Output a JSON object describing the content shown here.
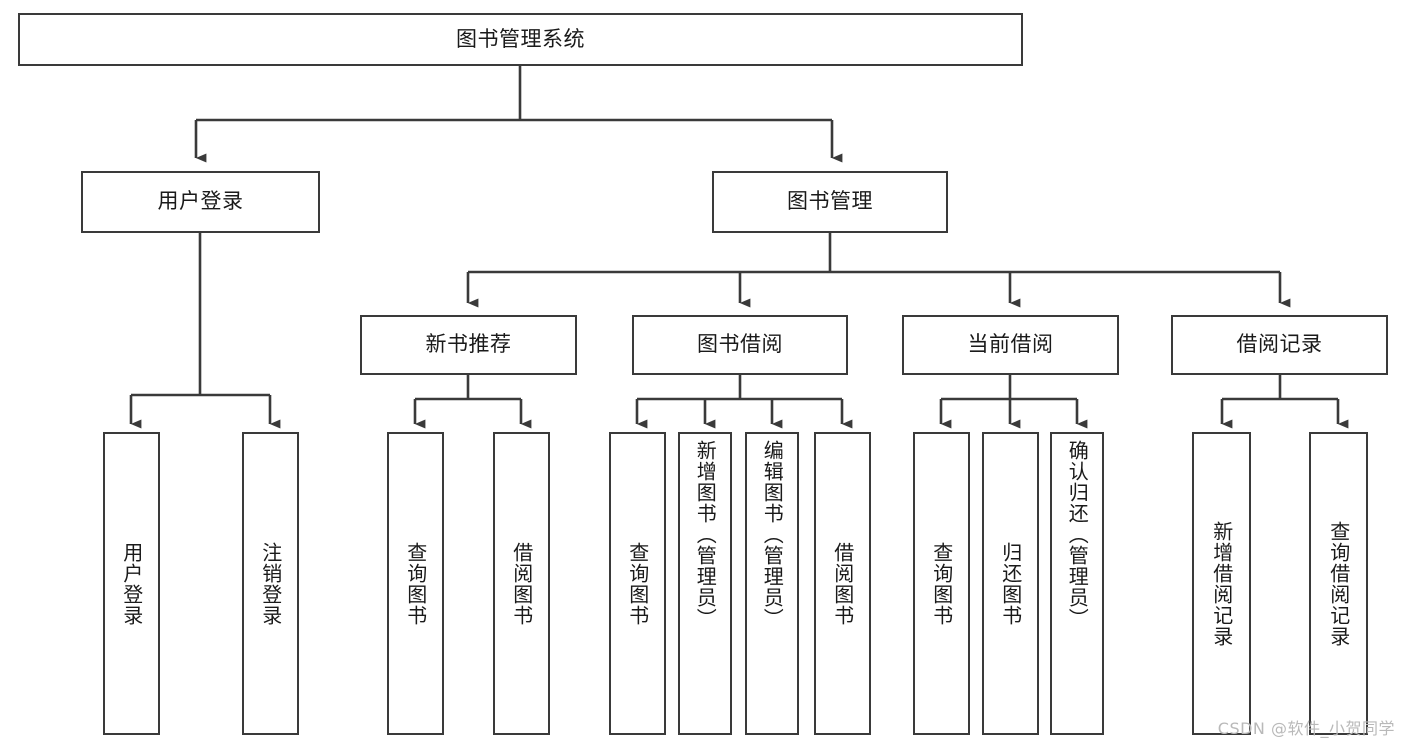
{
  "diagram": {
    "title": "图书管理系统",
    "type": "tree-hierarchy",
    "watermark": "CSDN @软件_小贺同学",
    "colors": {
      "box_border": "#3a3a3a",
      "box_fill": "#ffffff",
      "connector": "#3a3a3a",
      "text": "#1a1a1a",
      "watermark": "#b9b9b9",
      "background": "#ffffff"
    },
    "root": {
      "label": "图书管理系统"
    },
    "level2": [
      {
        "label": "用户登录"
      },
      {
        "label": "图书管理"
      }
    ],
    "level3": [
      {
        "label": "新书推荐"
      },
      {
        "label": "图书借阅"
      },
      {
        "label": "当前借阅"
      },
      {
        "label": "借阅记录"
      }
    ],
    "leaves": {
      "user_login": [
        {
          "label": "用户登录"
        },
        {
          "label": "注销登录"
        }
      ],
      "new_book_recommend": [
        {
          "label": "查询图书"
        },
        {
          "label": "借阅图书"
        }
      ],
      "book_borrow": [
        {
          "label": "查询图书"
        },
        {
          "label": "新增图书（管理员）"
        },
        {
          "label": "编辑图书（管理员）"
        },
        {
          "label": "借阅图书"
        }
      ],
      "current_borrow": [
        {
          "label": "查询图书"
        },
        {
          "label": "归还图书"
        },
        {
          "label": "确认归还（管理员）"
        }
      ],
      "borrow_record": [
        {
          "label": "新增借阅记录"
        },
        {
          "label": "查询借阅记录"
        }
      ]
    }
  }
}
